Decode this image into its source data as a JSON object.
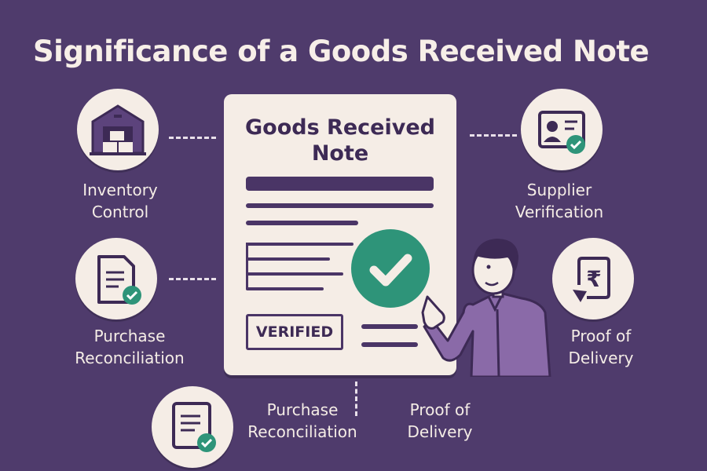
{
  "title": "Significance of a Goods Received Note",
  "document": {
    "title_line1": "Goods Received",
    "title_line2": "Note",
    "stamp": "VERIFIED"
  },
  "items": [
    {
      "line1": "Inventory",
      "line2": "Control",
      "icon": "warehouse-icon"
    },
    {
      "line1": "Purchase",
      "line2": "Reconciliation",
      "icon": "document-check-icon"
    },
    {
      "line1": "Supplier",
      "line2": "Verification",
      "icon": "id-card-check-icon"
    },
    {
      "line1": "Proof of",
      "line2": "Delivery",
      "icon": "rupee-receipt-icon"
    },
    {
      "line1": "Purchase",
      "line2": "Reconciliation",
      "icon": "document-check-icon"
    },
    {
      "line1": "Proof of",
      "line2": "Delivery"
    }
  ],
  "colors": {
    "background": "#4f3b6c",
    "cream": "#f5ede6",
    "dark": "#3d2a55",
    "green": "#2e9479",
    "shirt": "#8a6aa8"
  }
}
